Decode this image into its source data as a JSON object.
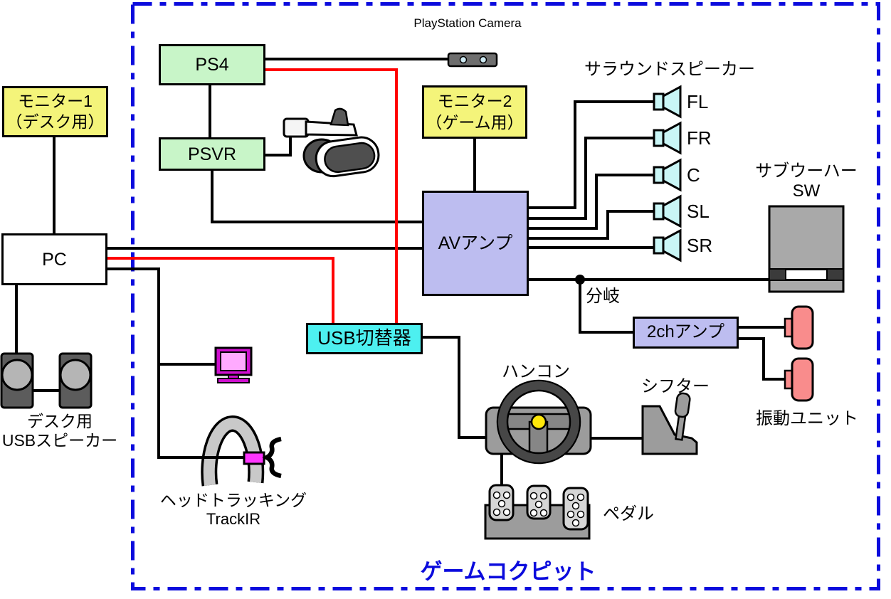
{
  "diagram": {
    "cockpit_label": "ゲームコクピット",
    "nodes": {
      "monitor1": {
        "line1": "モニター1",
        "line2": "（デスク用）"
      },
      "monitor2": {
        "line1": "モニター2",
        "line2": "（ゲーム用）"
      },
      "pc": "PC",
      "ps4": "PS4",
      "psvr": "PSVR",
      "av_amp": "AVアンプ",
      "usb_switch": "USB切替器",
      "amp_2ch": "2chアンプ"
    },
    "labels": {
      "ps_camera": "PlayStation Camera",
      "surround_speakers": "サラウンドスピーカー",
      "subwoofer_line1": "サブウーハー",
      "subwoofer_line2": "SW",
      "branch": "分岐",
      "wheel": "ハンコン",
      "shifter": "シフター",
      "pedals": "ペダル",
      "vibration_unit": "振動ユニット",
      "desk_speakers_line1": "デスク用",
      "desk_speakers_line2": "USBスピーカー",
      "head_tracking_line1": "ヘッドトラッキング",
      "head_tracking_line2": "TrackIR"
    },
    "speakers": [
      "FL",
      "FR",
      "C",
      "SL",
      "SR"
    ],
    "colors": {
      "cockpit_border": "#0b0bdd",
      "red_cable": "#ff0000",
      "console_green": "#c8f5c8",
      "monitor_yellow": "#f4f47a",
      "amp_purple": "#bdbdf0",
      "usb_cyan": "#4df0f0",
      "speaker_cyan": "#c9f6f6",
      "subwoofer_gray": "#a9a9a9",
      "vibration_salmon": "#f98c8c",
      "trackir_magenta": "#cf0fcf"
    }
  }
}
